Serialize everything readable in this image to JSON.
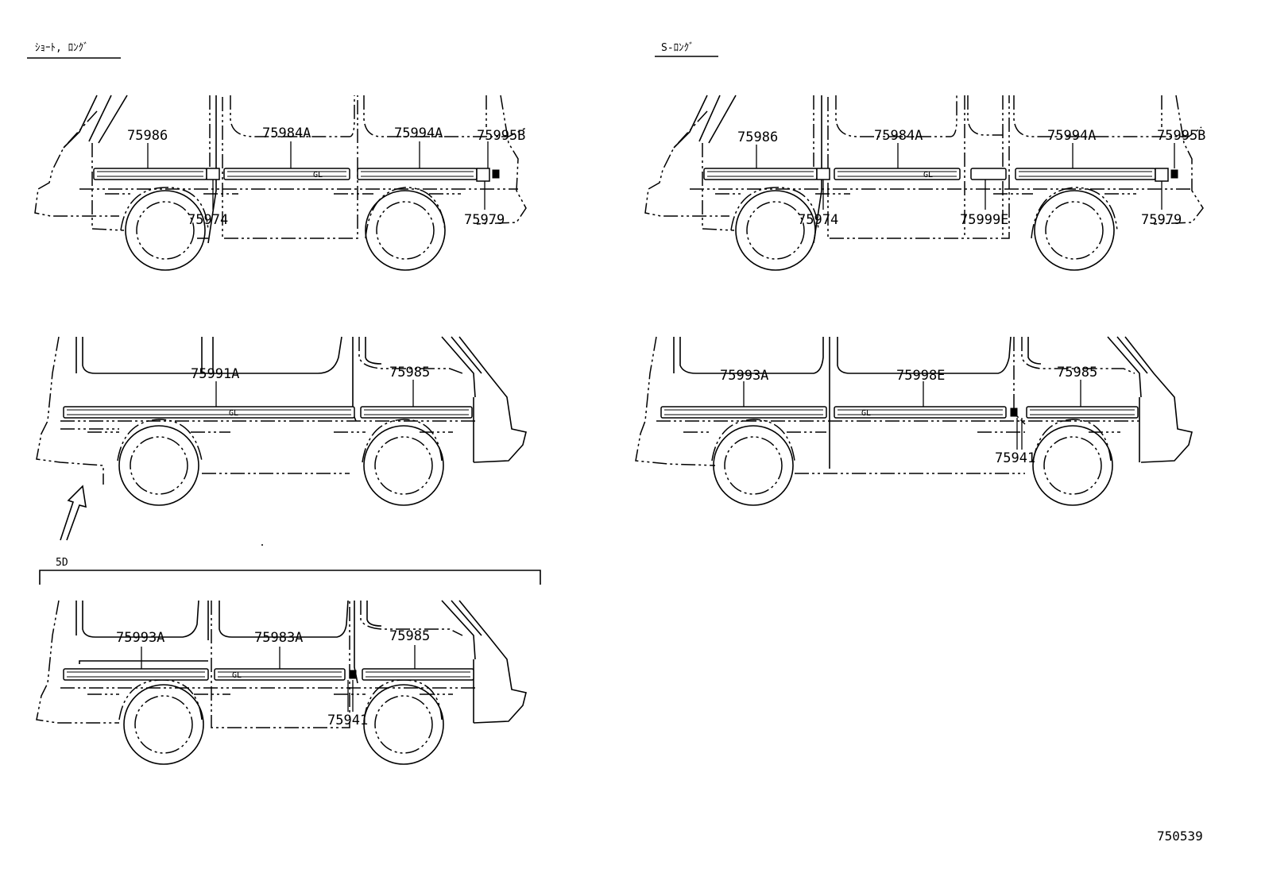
{
  "headers": {
    "top_left": "ｼｮｰﾄ, ﾛﾝｸﾞ",
    "top_right": "S-ﾛﾝｸﾞ",
    "bottom_left": "5D"
  },
  "emblem": "GL",
  "diagram_number": "750539",
  "views": {
    "short_long_right": {
      "labels": [
        "75986",
        "75984A",
        "75994A",
        "75995B",
        "75974",
        "75979"
      ]
    },
    "s_long_right": {
      "labels": [
        "75986",
        "75984A",
        "75994A",
        "75995B",
        "75974",
        "75999E",
        "75979"
      ]
    },
    "short_long_left": {
      "labels": [
        "75991A",
        "75985"
      ]
    },
    "s_long_left": {
      "labels": [
        "75993A",
        "75998E",
        "75985",
        "75941"
      ]
    },
    "five_door_left": {
      "labels": [
        "75993A",
        "75983A",
        "75985",
        "75941"
      ]
    }
  }
}
